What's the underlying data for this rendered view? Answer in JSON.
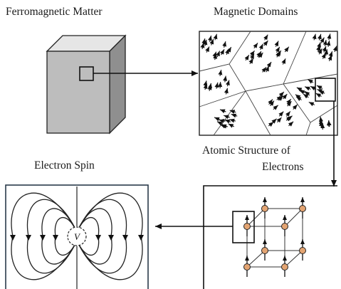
{
  "labels": {
    "ferromagnetic_matter": "Ferromagnetic Matter",
    "magnetic_domains": "Magnetic Domains",
    "atomic_structure_line1": "Atomic Structure of",
    "atomic_structure_line2": "Electrons",
    "electron_spin": "Electron Spin",
    "spin_symbol": "V"
  },
  "colors": {
    "cube_front": "#bdbdbd",
    "cube_top": "#e6e6e6",
    "cube_side": "#8f8f8f",
    "atom_fill": "#e3a472",
    "spin_frame": "#2a3a4a"
  }
}
